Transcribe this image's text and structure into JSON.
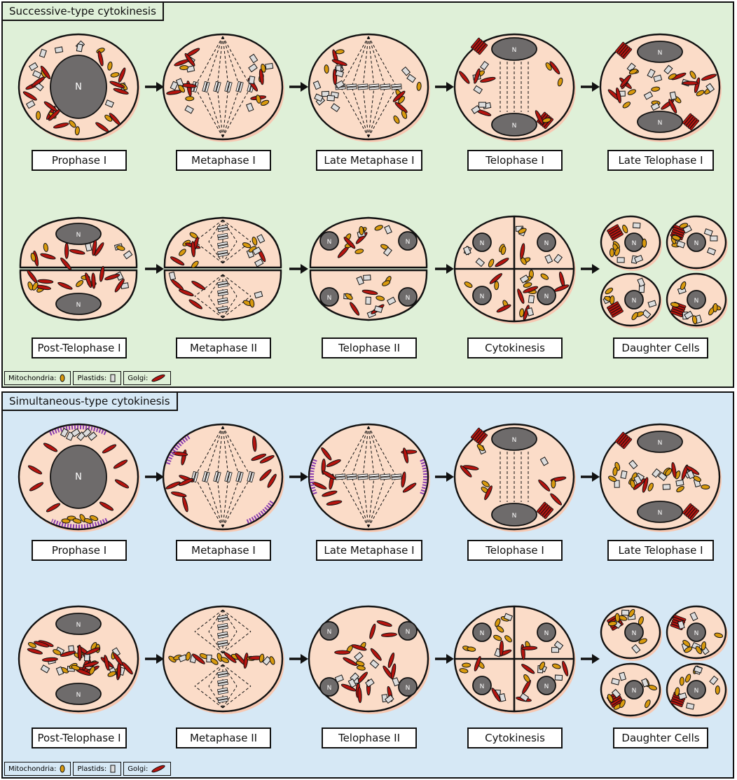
{
  "colors": {
    "succ_bg": "#dff0d8",
    "simul_bg": "#d6e8f5",
    "cytoplasm": "#fbdcc8",
    "nucleus": "#6e6b6b",
    "mitochondria": "#d99a0e",
    "plastid": "#dddddd",
    "golgi": "#b5140f",
    "membrane_vesicles": "#8a3db0",
    "outline": "#111111"
  },
  "panels": [
    {
      "title": "Successive-type cytokinesis",
      "stages": [
        "Prophase I",
        "Metaphase I",
        "Late Metaphase I",
        "Telophase I",
        "Late Telophase I",
        "Post-Telophase I",
        "Metaphase II",
        "Telophase II",
        "Cytokinesis",
        "Daughter Cells"
      ],
      "legend": [
        {
          "label": "Mitochondria:",
          "icon": "mitochondria-icon"
        },
        {
          "label": "Plastids:",
          "icon": "plastid-icon"
        },
        {
          "label": "Golgi:",
          "icon": "golgi-icon"
        }
      ]
    },
    {
      "title": "Simultaneous-type cytokinesis",
      "stages": [
        "Prophase I",
        "Metaphase I",
        "Late Metaphase I",
        "Telophase I",
        "Late Telophase I",
        "Post-Telophase I",
        "Metaphase II",
        "Telophase II",
        "Cytokinesis",
        "Daughter Cells"
      ],
      "legend": [
        {
          "label": "Mitochondria:",
          "icon": "mitochondria-icon"
        },
        {
          "label": "Plastids:",
          "icon": "plastid-icon"
        },
        {
          "label": "Golgi:",
          "icon": "golgi-icon"
        }
      ]
    }
  ],
  "nucleus_label": "N"
}
